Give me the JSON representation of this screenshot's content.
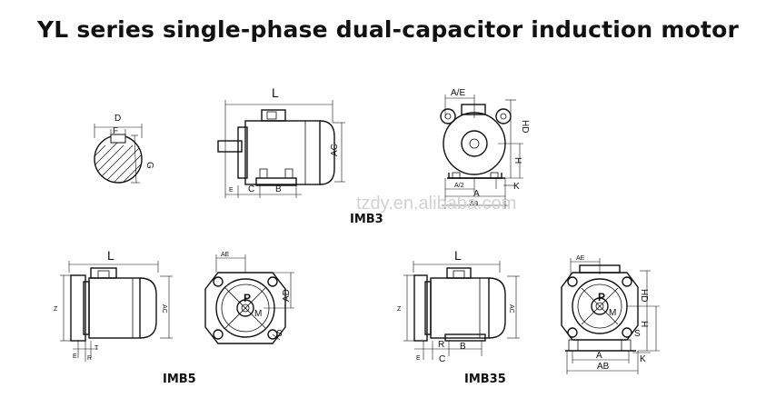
{
  "title": "YL series single-phase dual-capacitor induction motor",
  "watermark": "tzdy.en.alibaba.com",
  "shaft": {
    "labels": {
      "d": "D",
      "f": "F",
      "g": "G"
    }
  },
  "imb3_side": {
    "labels": {
      "l": "L",
      "ac": "AC",
      "e": "E",
      "c": "C",
      "b": "B"
    }
  },
  "imb3_front": {
    "labels": {
      "ae": "A/E",
      "hd": "HD",
      "h": "H",
      "a2": "A/2",
      "a": "A",
      "k": "K",
      "ab": "AB"
    }
  },
  "imb5_side": {
    "labels": {
      "l": "L",
      "z": "Z",
      "ac": "AC",
      "e": "E",
      "r": "R",
      "t": "T"
    }
  },
  "imb5_front": {
    "labels": {
      "ae": "AE",
      "ad": "AD",
      "p": "P",
      "m": "M",
      "s": "S"
    }
  },
  "imb35_side": {
    "labels": {
      "l": "L",
      "z": "Z",
      "ac": "AC",
      "e": "E",
      "r": "R",
      "b": "B",
      "c": "C"
    }
  },
  "imb35_front": {
    "labels": {
      "ae": "AE",
      "hd": "HD",
      "p": "P",
      "m": "M",
      "h": "H",
      "s": "S",
      "a": "A",
      "ab": "AB",
      "k": "K"
    }
  },
  "captions": {
    "imb3": "IMB3",
    "imb5": "IMB5",
    "imb35": "IMB35"
  }
}
